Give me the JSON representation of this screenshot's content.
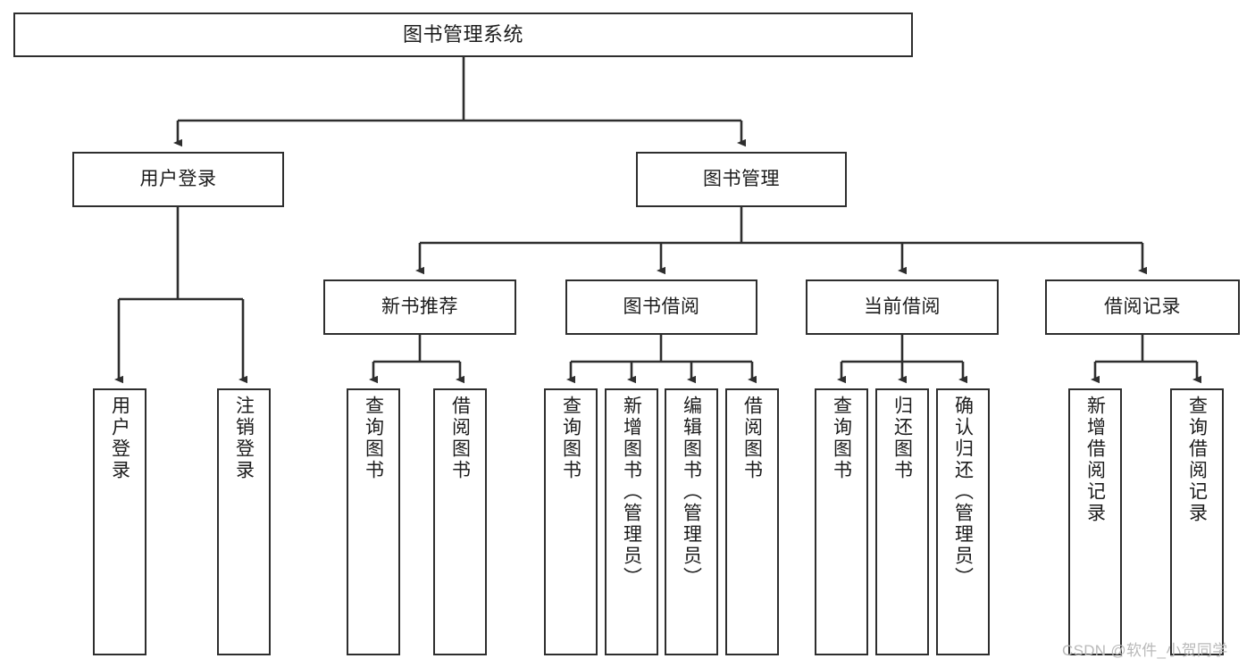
{
  "diagram": {
    "title": "图书管理系统",
    "type": "hierarchy-tree",
    "watermark": "CSDN @软件_小贺同学",
    "colors": {
      "stroke": "#2e2e2e",
      "fill": "#ffffff",
      "text": "#1c1c1c",
      "watermark": "#b9b9b9"
    }
  },
  "nodes": {
    "root": {
      "label": "图书管理系统"
    },
    "level1": [
      {
        "label": "用户登录"
      },
      {
        "label": "图书管理"
      }
    ],
    "level2": [
      {
        "label": "新书推荐"
      },
      {
        "label": "图书借阅"
      },
      {
        "label": "当前借阅"
      },
      {
        "label": "借阅记录"
      }
    ],
    "leaves": {
      "user_login": [
        {
          "label": "用户登录"
        },
        {
          "label": "注销登录"
        }
      ],
      "new_book_recommend": [
        {
          "label": "查询图书"
        },
        {
          "label": "借阅图书"
        }
      ],
      "book_borrow": [
        {
          "label": "查询图书"
        },
        {
          "label": "新增图书（管理员）"
        },
        {
          "label": "编辑图书（管理员）"
        },
        {
          "label": "借阅图书"
        }
      ],
      "current_borrow": [
        {
          "label": "查询图书"
        },
        {
          "label": "归还图书"
        },
        {
          "label": "确认归还（管理员）"
        }
      ],
      "borrow_record": [
        {
          "label": "新增借阅记录"
        },
        {
          "label": "查询借阅记录"
        }
      ]
    }
  }
}
